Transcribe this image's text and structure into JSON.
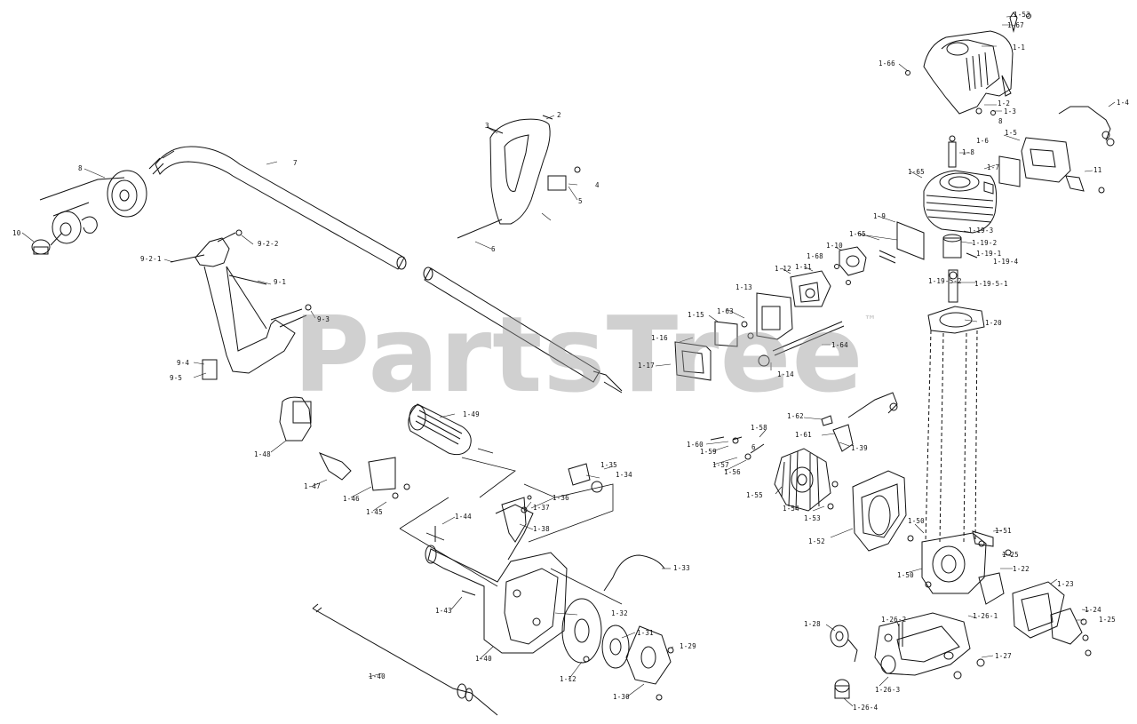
{
  "watermark": {
    "text": "PartsTree",
    "mark": "™"
  },
  "labels": [
    {
      "id": "l1-53",
      "text": "1-53"
    },
    {
      "id": "l1-67",
      "text": "1-67"
    },
    {
      "id": "l1-1",
      "text": "1-1"
    },
    {
      "id": "l1-66",
      "text": "1-66"
    },
    {
      "id": "l1-4",
      "text": "1-4"
    },
    {
      "id": "l1-2",
      "text": "1-2"
    },
    {
      "id": "l1-3",
      "text": "1-3"
    },
    {
      "id": "l1-5",
      "text": "1-5"
    },
    {
      "id": "l1-6",
      "text": "1-6"
    },
    {
      "id": "l1-8",
      "text": "1-8"
    },
    {
      "id": "l1-7",
      "text": "1-7"
    },
    {
      "id": "l1-11",
      "text": "11"
    },
    {
      "id": "l1-65",
      "text": "1-65"
    },
    {
      "id": "l1-9",
      "text": "1-9"
    },
    {
      "id": "l1-19-3",
      "text": "1-19-3"
    },
    {
      "id": "l1-19-2",
      "text": "1-19-2"
    },
    {
      "id": "l1-19-1",
      "text": "1-19-1"
    },
    {
      "id": "l1-19-4",
      "text": "1-19-4"
    },
    {
      "id": "l1-65b",
      "text": "1-65"
    },
    {
      "id": "l1-10",
      "text": "1-10"
    },
    {
      "id": "l1-68",
      "text": "1-68"
    },
    {
      "id": "l1-12",
      "text": "1-12"
    },
    {
      "id": "l1-11b",
      "text": "1-11"
    },
    {
      "id": "l1-19-5-2",
      "text": "1-19-5-2"
    },
    {
      "id": "l1-19-5-1",
      "text": "1-19-5-1"
    },
    {
      "id": "l1-13",
      "text": "1-13"
    },
    {
      "id": "l1-63",
      "text": "1-63"
    },
    {
      "id": "l1-15",
      "text": "1-15"
    },
    {
      "id": "l1-20",
      "text": "1-20"
    },
    {
      "id": "l1-16",
      "text": "1-16"
    },
    {
      "id": "l1-64",
      "text": "1-64"
    },
    {
      "id": "l1-17",
      "text": "1-17"
    },
    {
      "id": "l1-14",
      "text": "1-14"
    },
    {
      "id": "l1-62",
      "text": "1-62"
    },
    {
      "id": "l1-61",
      "text": "1-61"
    },
    {
      "id": "l1-58",
      "text": "1-58"
    },
    {
      "id": "l1-60",
      "text": "1-60"
    },
    {
      "id": "l1-59",
      "text": "1-59"
    },
    {
      "id": "l1-57",
      "text": "1-57"
    },
    {
      "id": "l1-56",
      "text": "1-56"
    },
    {
      "id": "l1-39",
      "text": "1-39"
    },
    {
      "id": "l1-55",
      "text": "1-55"
    },
    {
      "id": "l1-54",
      "text": "1-54"
    },
    {
      "id": "l1-53b",
      "text": "1-53"
    },
    {
      "id": "l1-52",
      "text": "1-52"
    },
    {
      "id": "l1-50",
      "text": "1-50"
    },
    {
      "id": "l1-51",
      "text": "1-51"
    },
    {
      "id": "l1-25",
      "text": "1-25"
    },
    {
      "id": "l1-50b",
      "text": "1-50"
    },
    {
      "id": "l1-22",
      "text": "1-22"
    },
    {
      "id": "l1-23",
      "text": "1-23"
    },
    {
      "id": "l1-24",
      "text": "1-24"
    },
    {
      "id": "l1-25b",
      "text": "1-25"
    },
    {
      "id": "l1-28",
      "text": "1-28"
    },
    {
      "id": "l1-26-2",
      "text": "1-26-2"
    },
    {
      "id": "l1-26-1",
      "text": "1-26-1"
    },
    {
      "id": "l1-27",
      "text": "1-27"
    },
    {
      "id": "l1-26-3",
      "text": "1-26-3"
    },
    {
      "id": "l1-26-4",
      "text": "1-26-4"
    },
    {
      "id": "l1-29",
      "text": "1-29"
    },
    {
      "id": "l1-30",
      "text": "1-30"
    },
    {
      "id": "l1-31",
      "text": "1-31"
    },
    {
      "id": "l1-32",
      "text": "1-32"
    },
    {
      "id": "l1-12b",
      "text": "1-12"
    },
    {
      "id": "l1-33",
      "text": "1-33"
    },
    {
      "id": "l1-34",
      "text": "1-34"
    },
    {
      "id": "l1-35",
      "text": "1-35"
    },
    {
      "id": "l1-36",
      "text": "1-36"
    },
    {
      "id": "l1-37",
      "text": "1-37"
    },
    {
      "id": "l1-38",
      "text": "1-38"
    },
    {
      "id": "l1-44",
      "text": "1-44"
    },
    {
      "id": "l1-43",
      "text": "1-43"
    },
    {
      "id": "l1-40",
      "text": "1-40"
    },
    {
      "id": "l1-40b",
      "text": "1-40"
    },
    {
      "id": "l1-49",
      "text": "1-49"
    },
    {
      "id": "l1-48",
      "text": "1-48"
    },
    {
      "id": "l1-47",
      "text": "1-47"
    },
    {
      "id": "l1-46",
      "text": "1-46"
    },
    {
      "id": "l1-45",
      "text": "1-45"
    },
    {
      "id": "l2",
      "text": "2"
    },
    {
      "id": "l3",
      "text": "3"
    },
    {
      "id": "l4",
      "text": "4"
    },
    {
      "id": "l5",
      "text": "5"
    },
    {
      "id": "l6",
      "text": "6"
    },
    {
      "id": "l7",
      "text": "7"
    },
    {
      "id": "l8",
      "text": "8"
    },
    {
      "id": "l10",
      "text": "10"
    },
    {
      "id": "l9-2-1",
      "text": "9-2-1"
    },
    {
      "id": "l9-2-2",
      "text": "9-2-2"
    },
    {
      "id": "l9-1",
      "text": "9-1"
    },
    {
      "id": "l9-3",
      "text": "9-3"
    },
    {
      "id": "l9-4",
      "text": "9-4"
    },
    {
      "id": "l9-5",
      "text": "9-5"
    },
    {
      "id": "l1-8b",
      "text": "8"
    },
    {
      "id": "l1-6b",
      "text": "6"
    }
  ]
}
